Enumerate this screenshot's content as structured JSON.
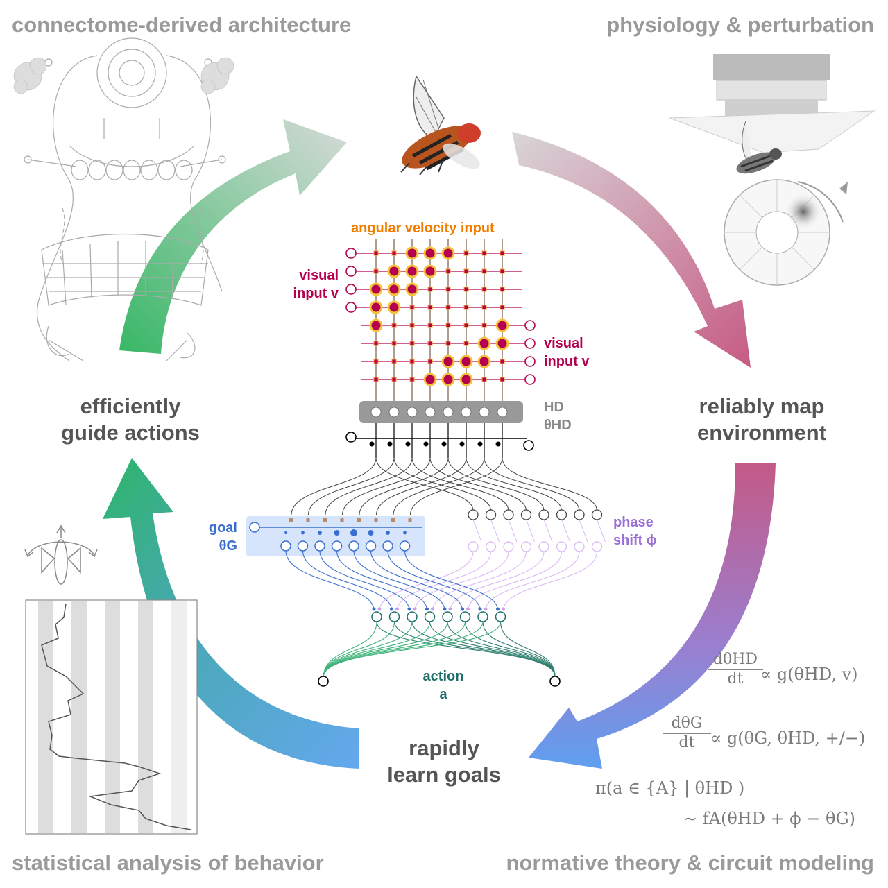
{
  "corners": {
    "top_left": "connectome-derived architecture",
    "top_right": "physiology & perturbation",
    "bottom_left": "statistical analysis of behavior",
    "bottom_right": "normative theory & circuit modeling"
  },
  "cycle": {
    "left_line1": "efficiently",
    "left_line2": "guide actions",
    "right_line1": "reliably map",
    "right_line2": "environment",
    "bottom_line1": "rapidly",
    "bottom_line2": "learn goals"
  },
  "circuit": {
    "angular_velocity": "angular velocity input",
    "visual_left_1": "visual",
    "visual_left_2": "input v",
    "visual_right_1": "visual",
    "visual_right_2": "input v",
    "hd_1": "HD",
    "hd_2": "θHD",
    "goal_1": "goal",
    "goal_2": "θG",
    "phase_1": "phase",
    "phase_2": "shift ϕ",
    "action_1": "action",
    "action_2": "a"
  },
  "equations": {
    "eq1_num": "dθHD",
    "eq1_den": "dt",
    "eq1_rhs": "∝ g(θHD, v)",
    "eq2_num": "dθG",
    "eq2_den": "dt",
    "eq2_rhs": "∝ g(θG, θHD, +/−)",
    "eq3_line1": "π(a ∈ {A} | θHD )",
    "eq3_line2": "∼ fA(θHD + ϕ − θG)"
  },
  "colors": {
    "orange": "#f07d00",
    "magenta": "#b5004f",
    "goal_blue": "#3a6fd0",
    "phase_purple": "#9a6fd6",
    "action_teal": "#1f6f6a",
    "arrow_green": "#3cb96a",
    "arrow_pink": "#c76a8e",
    "arrow_blue": "#5fa0ea"
  }
}
